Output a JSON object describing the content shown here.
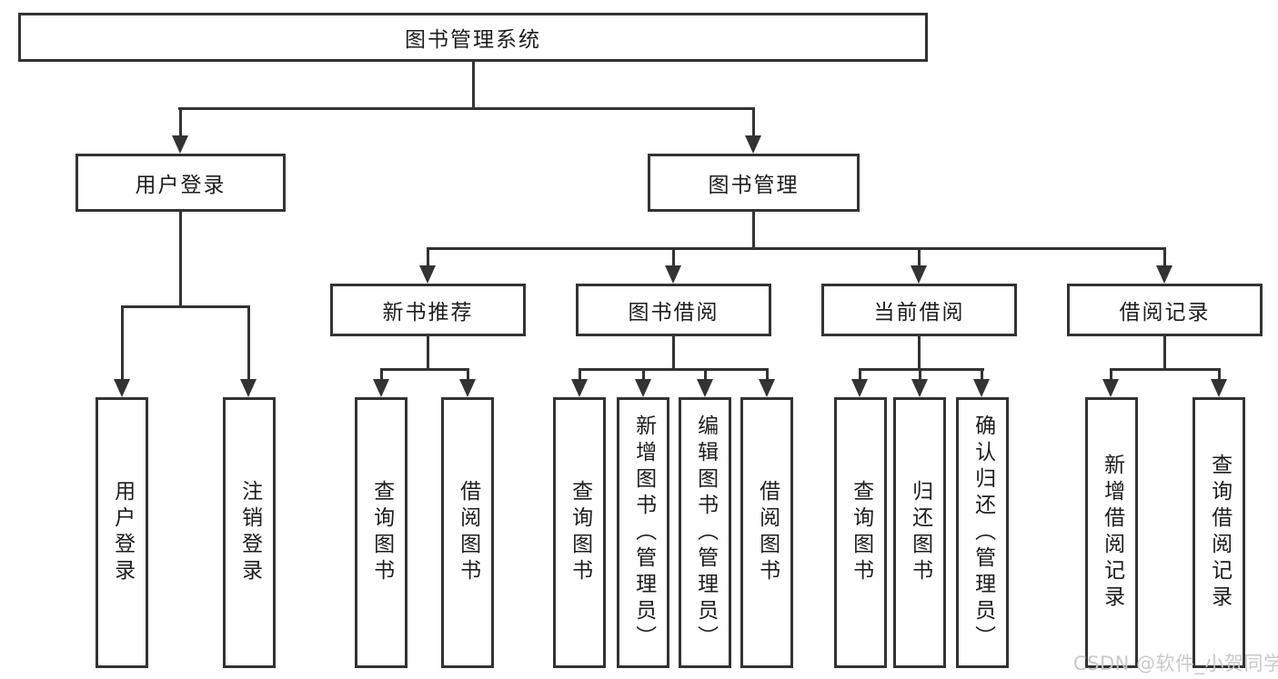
{
  "diagram": {
    "type": "hierarchy-tree",
    "tree": {
      "label": "图书管理系统",
      "children": [
        {
          "label": "用户登录",
          "children": [
            {
              "label": "用户登录"
            },
            {
              "label": "注销登录"
            }
          ]
        },
        {
          "label": "图书管理",
          "children": [
            {
              "label": "新书推荐",
              "children": [
                {
                  "label": "查询图书"
                },
                {
                  "label": "借阅图书"
                }
              ]
            },
            {
              "label": "图书借阅",
              "children": [
                {
                  "label": "查询图书"
                },
                {
                  "label": "新增图书（管理员）"
                },
                {
                  "label": "编辑图书（管理员）"
                },
                {
                  "label": "借阅图书"
                }
              ]
            },
            {
              "label": "当前借阅",
              "children": [
                {
                  "label": "查询图书"
                },
                {
                  "label": "归还图书"
                },
                {
                  "label": "确认归还（管理员）"
                }
              ]
            },
            {
              "label": "借阅记录",
              "children": [
                {
                  "label": "新增借阅记录"
                },
                {
                  "label": "查询借阅记录"
                }
              ]
            }
          ]
        }
      ]
    },
    "watermark": "CSDN @软件_小贺同学",
    "colors": {
      "line": "#333333",
      "box_background": "#ffffff",
      "text": "#1d1d1f",
      "watermark": "#c6c6c6",
      "background": "#ffffff"
    }
  }
}
